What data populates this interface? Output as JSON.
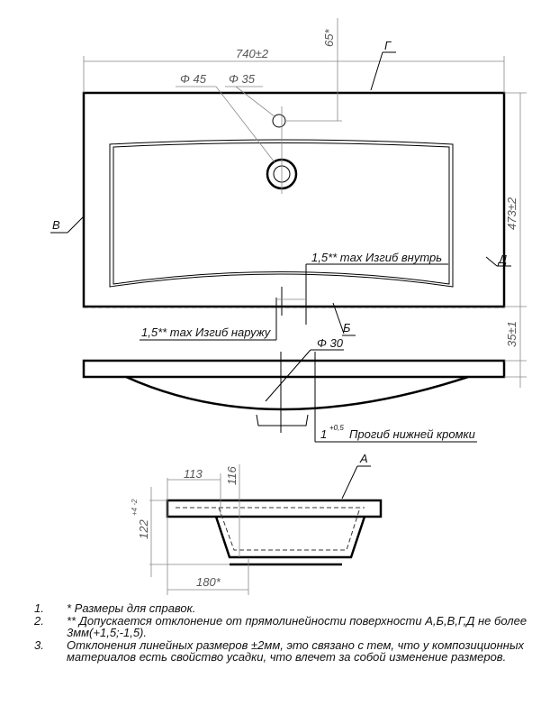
{
  "top_view": {
    "width_dim": "740±2",
    "offset_dim": "65*",
    "depth_dim": "473±2",
    "hole_dia_45": "Φ 45",
    "hole_dia_35": "Φ 35",
    "label_g": "Г",
    "label_v": "В",
    "label_d": "Д",
    "label_b": "Б",
    "bend_in": "1,5** max Изгиб внутрь",
    "bend_out": "1,5** max Изгиб наружу"
  },
  "front_view": {
    "drain_dia": "Φ 30",
    "thickness_dim": "35±1",
    "sag_value": "1",
    "sag_tol": "+0,5",
    "sag_label": "Прогиб нижней кромки"
  },
  "side_view": {
    "dim_113": "113",
    "dim_116": "116",
    "dim_122": "122",
    "dim_122_tol": "+4 -2",
    "dim_180": "180*",
    "label_a": "А"
  },
  "notes": [
    {
      "num": "1.",
      "text": "* Размеры для справок."
    },
    {
      "num": "2.",
      "text": "** Допускается отклонение от прямолинейности поверхности А,Б,В,Г,Д не более 3мм(+1,5;-1,5)."
    },
    {
      "num": "3.",
      "text": "Отклонения линейных размеров ±2мм, это связано с тем, что у композиционных материалов есть свойство усадки, что влечет за собой изменение размеров."
    }
  ]
}
